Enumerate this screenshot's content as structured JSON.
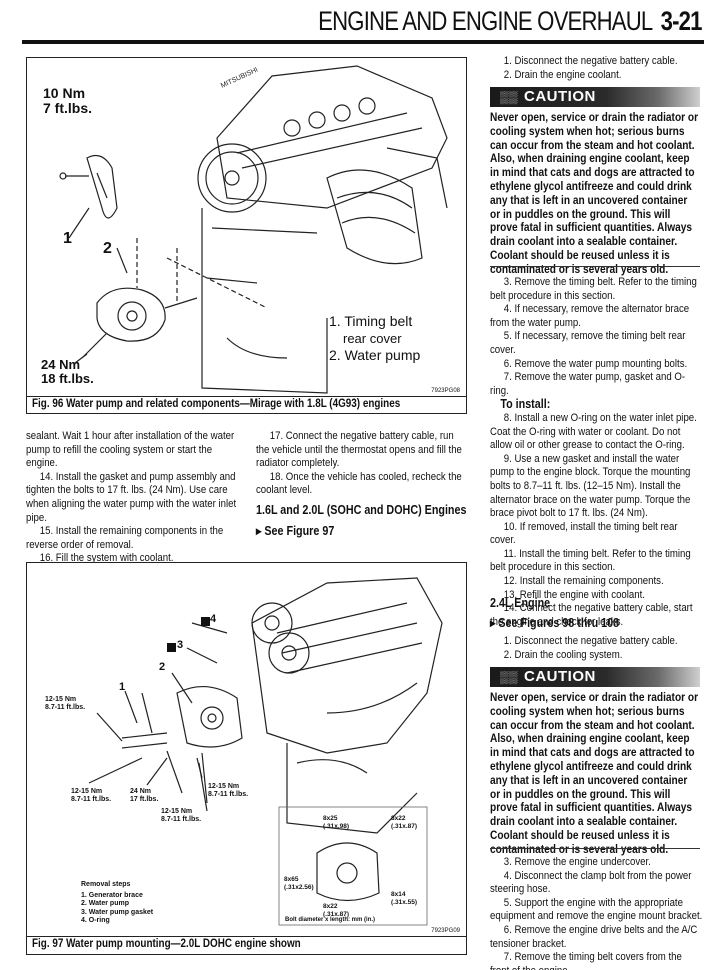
{
  "header": {
    "title": "ENGINE AND ENGINE OVERHAUL",
    "page": "3-21"
  },
  "fig96": {
    "torque_top": [
      "10 Nm",
      "7 ft.lbs."
    ],
    "torque_bottom": [
      "24 Nm",
      "18 ft.lbs."
    ],
    "callout_1": "1",
    "callout_2": "2",
    "legend": [
      "1. Timing belt",
      "rear cover",
      "2. Water pump"
    ],
    "code": "7923PG08",
    "caption": "Fig. 96 Water pump and related components—Mirage with 1.8L (4G93) engines"
  },
  "left_text": [
    "sealant. Wait 1 hour after installation of the water pump to refill the cooling system or start the engine.",
    "14. Install the gasket and pump assembly and tighten the bolts to 17 ft. lbs. (24 Nm). Use care when aligning the water pump with the water inlet pipe.",
    "15. Install the remaining components in the reverse order of removal.",
    "16. Fill the system with coolant."
  ],
  "mid_text": [
    "17. Connect the negative battery cable, run the vehicle until the thermostat opens and fill the radiator completely.",
    "18. Once the vehicle has cooled, recheck the coolant level."
  ],
  "mid_section": {
    "title": "1.6L and 2.0L (SOHC and DOHC) Engines",
    "see": "See Figure 97"
  },
  "fig97": {
    "callouts": [
      "4",
      "3",
      "2",
      "1"
    ],
    "torques": [
      "12-15 Nm",
      "8.7-11 ft.lbs.",
      "12-15 Nm",
      "8.7-11 ft.lbs.",
      "24 Nm",
      "17 ft.lbs.",
      "12-15 Nm",
      "8.7-11 ft.lbs.",
      "12-15 Nm",
      "8.7-11 ft.lbs."
    ],
    "bolts": [
      "8x25",
      "(.31x.98)",
      "8x22",
      "(.31x.87)",
      "8x65",
      "(.31x2.56)",
      "8x22",
      "(.31x.87)",
      "8x14",
      "(.31x.55)",
      "Bolt diameter x length: mm (in.)"
    ],
    "removal_title": "Removal steps",
    "removal_steps": [
      "1. Generator brace",
      "2. Water pump",
      "3. Water pump gasket",
      "4. O-ring"
    ],
    "code": "7923PG09",
    "caption": "Fig. 97 Water pump mounting—2.0L DOHC engine shown"
  },
  "right_col": {
    "steps_a": [
      "1. Disconnect the negative battery cable.",
      "2. Drain the engine coolant."
    ],
    "caution_label": "CAUTION",
    "caution_text": "Never open, service or drain the radiator or cooling system when hot; serious burns can occur from the steam and hot coolant. Also, when draining engine coolant, keep in mind that cats and dogs are attracted to ethylene glycol antifreeze and could drink any that is left in an uncovered container or in puddles on the ground. This will prove fatal in sufficient quantities. Always drain coolant into a sealable container. Coolant should be reused unless it is contaminated or is several years old.",
    "steps_b": [
      "3. Remove the timing belt. Refer to the timing belt procedure in this section.",
      "4. If necessary, remove the alternator brace from the water pump.",
      "5. If necessary, remove the timing belt rear cover.",
      "6. Remove the water pump mounting bolts.",
      "7. Remove the water pump, gasket and O-ring."
    ],
    "install_heading": "To install:",
    "steps_c": [
      "8. Install a new O-ring on the water inlet pipe. Coat the O-ring with water or coolant. Do not allow oil or other grease to contact the O-ring.",
      "9. Use a new gasket and install the water pump to the engine block. Torque the mounting bolts to 8.7–11 ft. lbs. (12–15 Nm). Install the alternator brace on the water pump. Torque the brace pivot bolt to 17 ft. lbs. (24 Nm).",
      "10. If removed, install the timing belt rear cover.",
      "11. Install the timing belt. Refer to the timing belt procedure in this section.",
      "12. Install the remaining components.",
      "13. Refill the engine with coolant.",
      "14. Connect the negative battery cable, start the engine and check for leaks."
    ],
    "section2_title": "2.4L Engine",
    "section2_see": "See Figures 98 thru 108",
    "steps_d": [
      "1. Disconnect the negative battery cable.",
      "2. Drain the cooling system."
    ],
    "caution2_label": "CAUTION",
    "caution2_text": "Never open, service or drain the radiator or cooling system when hot; serious burns can occur from the steam and hot coolant. Also, when draining engine coolant, keep in mind that cats and dogs are attracted to ethylene glycol antifreeze and could drink any that is left in an uncovered container or in puddles on the ground. This will prove fatal in sufficient quantities. Always drain coolant into a sealable container. Coolant should be reused unless it is contaminated or is several years old.",
    "steps_e": [
      "3. Remove the engine undercover.",
      "4. Disconnect the clamp bolt from the power steering hose.",
      "5. Support the engine with the appropriate equipment and remove the engine mount bracket.",
      "6. Remove the engine drive belts and the A/C tensioner bracket.",
      "7. Remove the timing belt covers from the front of the engine."
    ]
  }
}
